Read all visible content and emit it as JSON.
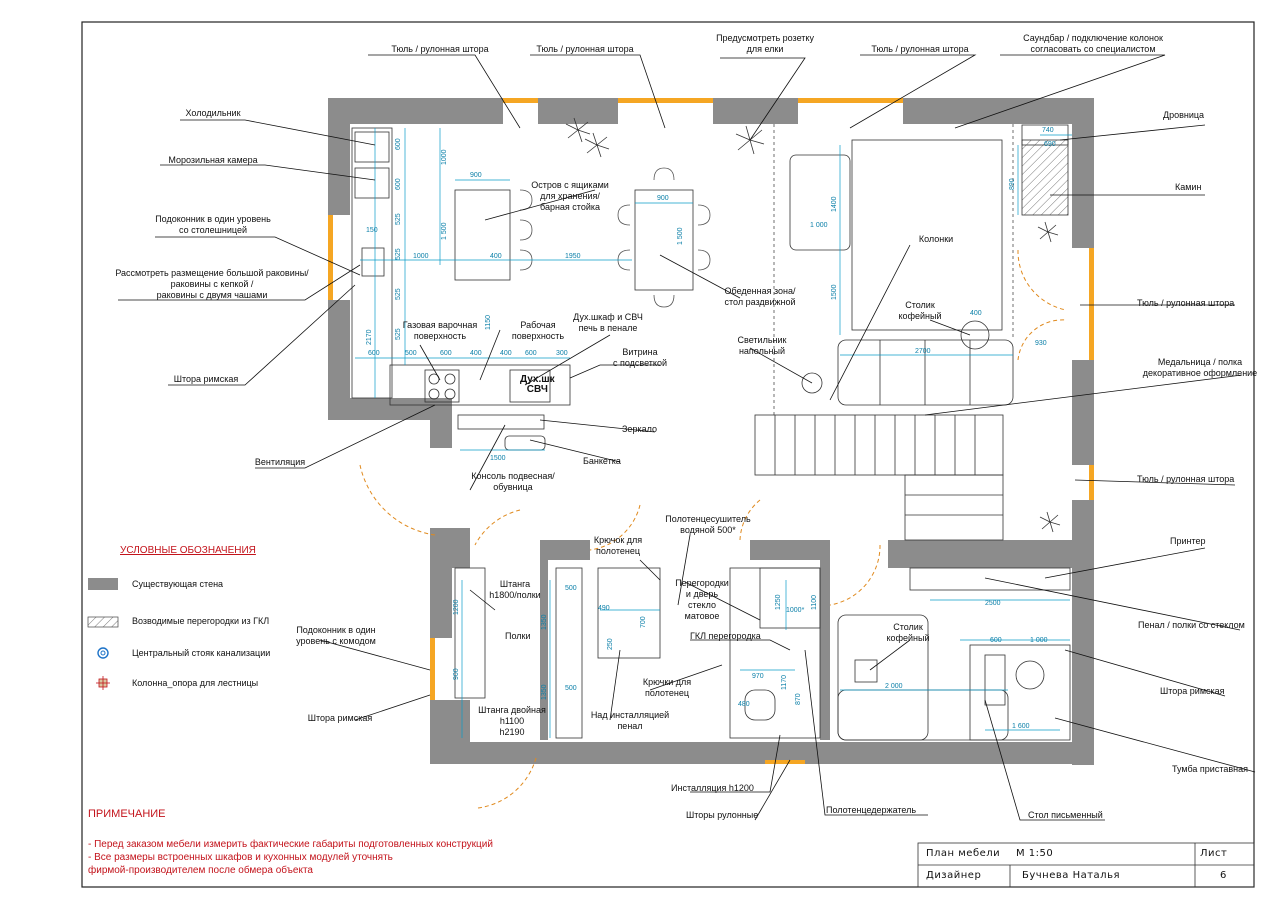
{
  "legend": {
    "title": "УСЛОВНЫЕ ОБОЗНАЧЕНИЯ",
    "items": [
      {
        "label": "Существующая стена",
        "color": "#8c8c8c"
      },
      {
        "label": "Возводимые перегородки из ГКЛ",
        "color": "#ffffff"
      },
      {
        "label": "Центральный стояк канализации",
        "color": "#1e73c8"
      },
      {
        "label": "Колонна_опора для лестницы",
        "color": "#c3131b"
      }
    ]
  },
  "note": {
    "title": "ПРИМЕЧАНИЕ",
    "line1": "- Перед заказом мебели измерить фактические габариты подготовленных конструкций",
    "line2": "- Все размеры встроенных шкафов и кухонных модулей уточнять",
    "line3": "фирмой-производителем после обмера объекта"
  },
  "title_block": {
    "sheet_name": "План мебели",
    "scale": "М 1:50",
    "sheet_label": "Лист",
    "designer_label": "Дизайнер",
    "designer_name": "Бучнева Наталья",
    "sheet_number": "6"
  },
  "callouts": {
    "tulle1": "Тюль / рулонная штора",
    "tulle2": "Тюль / рулонная штора",
    "socket_l1": "Предусмотреть розетку",
    "socket_l2": "для елки",
    "tulle3": "Тюль / рулонная штора",
    "soundbar_l1": "Саундбар / подключение колонок",
    "soundbar_l2": "согласовать со специалистом",
    "fridge": "Холодильник",
    "freezer": "Морозильная камера",
    "sill_l1": "Подоконник в один уровень",
    "sill_l2": "со столешницей",
    "sink_l1": "Рассмотреть размещение большой раковины/",
    "sink_l2": "раковины с кепкой /",
    "sink_l3": "раковины с двумя чашами",
    "roman1": "Штора  римская",
    "vent": "Вентиляция",
    "island_l1": "Остров с ящиками",
    "island_l2": "для хранения/",
    "island_l3": "барная стойка",
    "dining_l1": "Обеденная зона/",
    "dining_l2": "стол раздвижной",
    "hob_l1": "Газовая варочная",
    "hob_l2": "поверхность",
    "work_l1": "Рабочая",
    "work_l2": "поверхность",
    "oven_l1": "Дух.шкаф и СВЧ",
    "oven_l2": "печь в пенале",
    "vitrine_l1": "Витрина",
    "vitrine_l2": "с подсветкой",
    "mirror": "Зеркало",
    "bench": "Банкетка",
    "console_l1": "Консоль подвесная/",
    "console_l2": "обувница",
    "speakers": "Колонки",
    "floor_lamp_l1": "Светильник",
    "floor_lamp_l2": "напольный",
    "coffee1_l1": "Столик",
    "coffee1_l2": "кофейный",
    "woodstore": "Дровница",
    "fireplace": "Камин",
    "tulle4": "Тюль / рулонная штора",
    "medal_l1": "Медальница / полка",
    "medal_l2": "декоративное оформление",
    "tulle5": "Тюль / рулонная штора",
    "printer": "Принтер",
    "penal_glass": "Пенал / полки со стеклом",
    "roman2": "Штора римская",
    "nightstand": "Тумба приставная",
    "desk": "Стол письменный",
    "towel_holder": "Полотенцедержатель",
    "blinds": "Шторы  рулонные",
    "install": "Инсталляция h1200",
    "above_install_l1": "Над инсталляцией",
    "above_install_l2": "пенал",
    "hooks_towel_l1": "Крючки для",
    "hooks_towel_l2": "полотенец",
    "gkl": "ГКЛ перегородка",
    "partition_l1": "Перегородки",
    "partition_l2": "и дверь",
    "partition_l3": "стекло",
    "partition_l4": "матовое",
    "heated_l1": "Полотенцесушитель",
    "heated_l2": "водяной 500*",
    "hook_l1": "Крючок для",
    "hook_l2": "полотенец",
    "rod1_l1": "Штанга",
    "rod1_l2": "h1800/полки",
    "shelves": "Полки",
    "rod2_l1": "Штанга двойная",
    "rod2_l2": "h1100",
    "rod2_l3": "h2190",
    "sill2_l1": "Подоконник в один",
    "sill2_l2": "уровень с комодом",
    "roman3": "Штора  римская",
    "coffee2_l1": "Столик",
    "coffee2_l2": "кофейный",
    "oven_box_l1": "Дух.шк",
    "oven_box_l2": "СВЧ"
  },
  "dims": {
    "d900a": "900",
    "d900b": "900",
    "d1000": "1000",
    "d1500": "1 500",
    "d1500b": "1 500",
    "d400": "400",
    "d1950": "1950",
    "d600": "600",
    "d525": "525",
    "d2170": "2170",
    "d150": "150",
    "d1150": "1150",
    "d500": "500",
    "d300": "300",
    "d1500c": "1500",
    "d2700": "2700",
    "d930": "930",
    "d740": "740",
    "d690": "690",
    "d890": "890",
    "d1400": "1400",
    "d1000b": "1 000",
    "d2500": "2500",
    "d2000": "2 000",
    "d1600": "1 600",
    "d1200": "1200",
    "d1350": "1350",
    "d970": "970",
    "d480": "480",
    "d1250": "1250",
    "d1100": "1100",
    "d1170": "1170",
    "d870": "870",
    "d700": "700",
    "d250": "250",
    "d490": "490",
    "d1000star": "1000*"
  }
}
